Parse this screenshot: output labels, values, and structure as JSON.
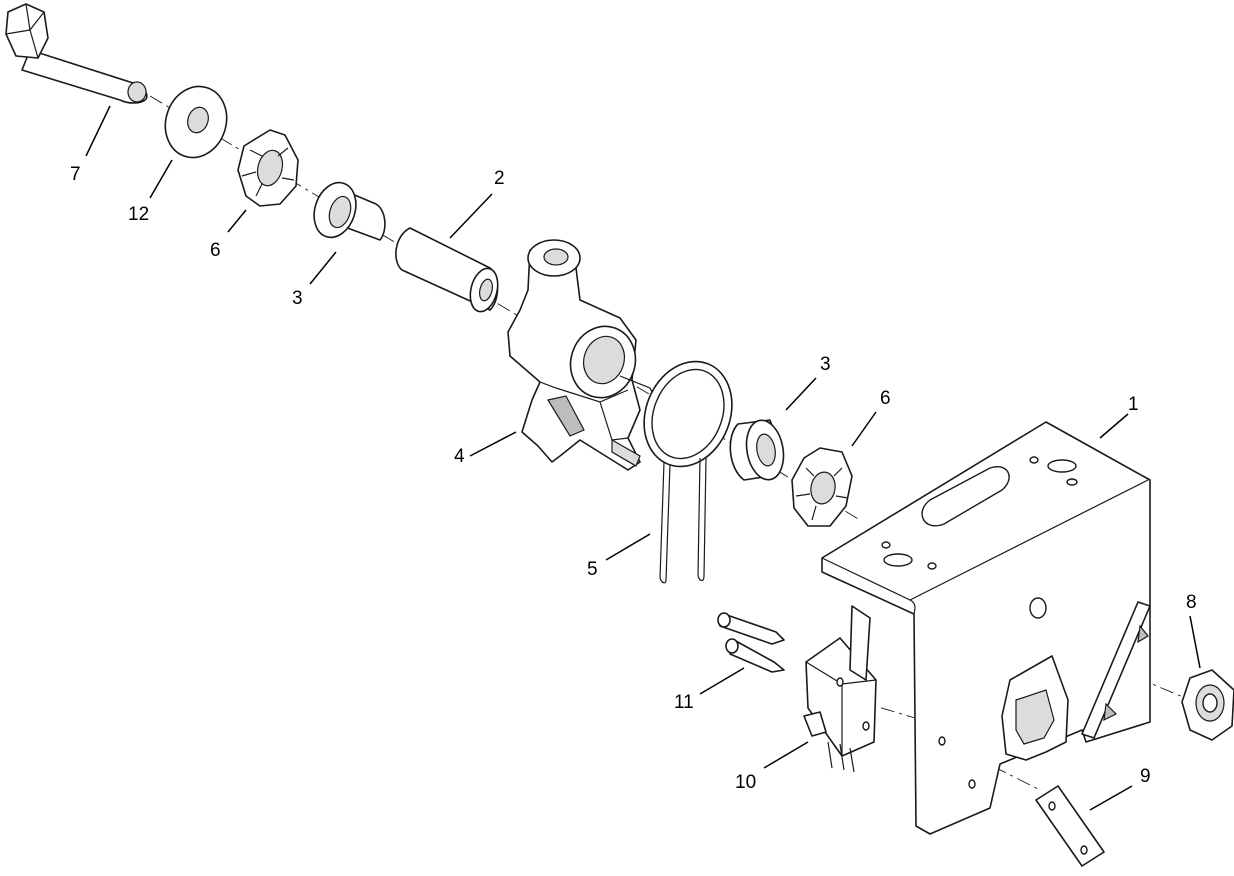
{
  "callouts": {
    "c1": "1",
    "c2": "2",
    "c3a": "3",
    "c3b": "3",
    "c4": "4",
    "c5": "5",
    "c6a": "6",
    "c6b": "6",
    "c7": "7",
    "c8": "8",
    "c9": "9",
    "c10": "10",
    "c11": "11",
    "c12": "12"
  }
}
